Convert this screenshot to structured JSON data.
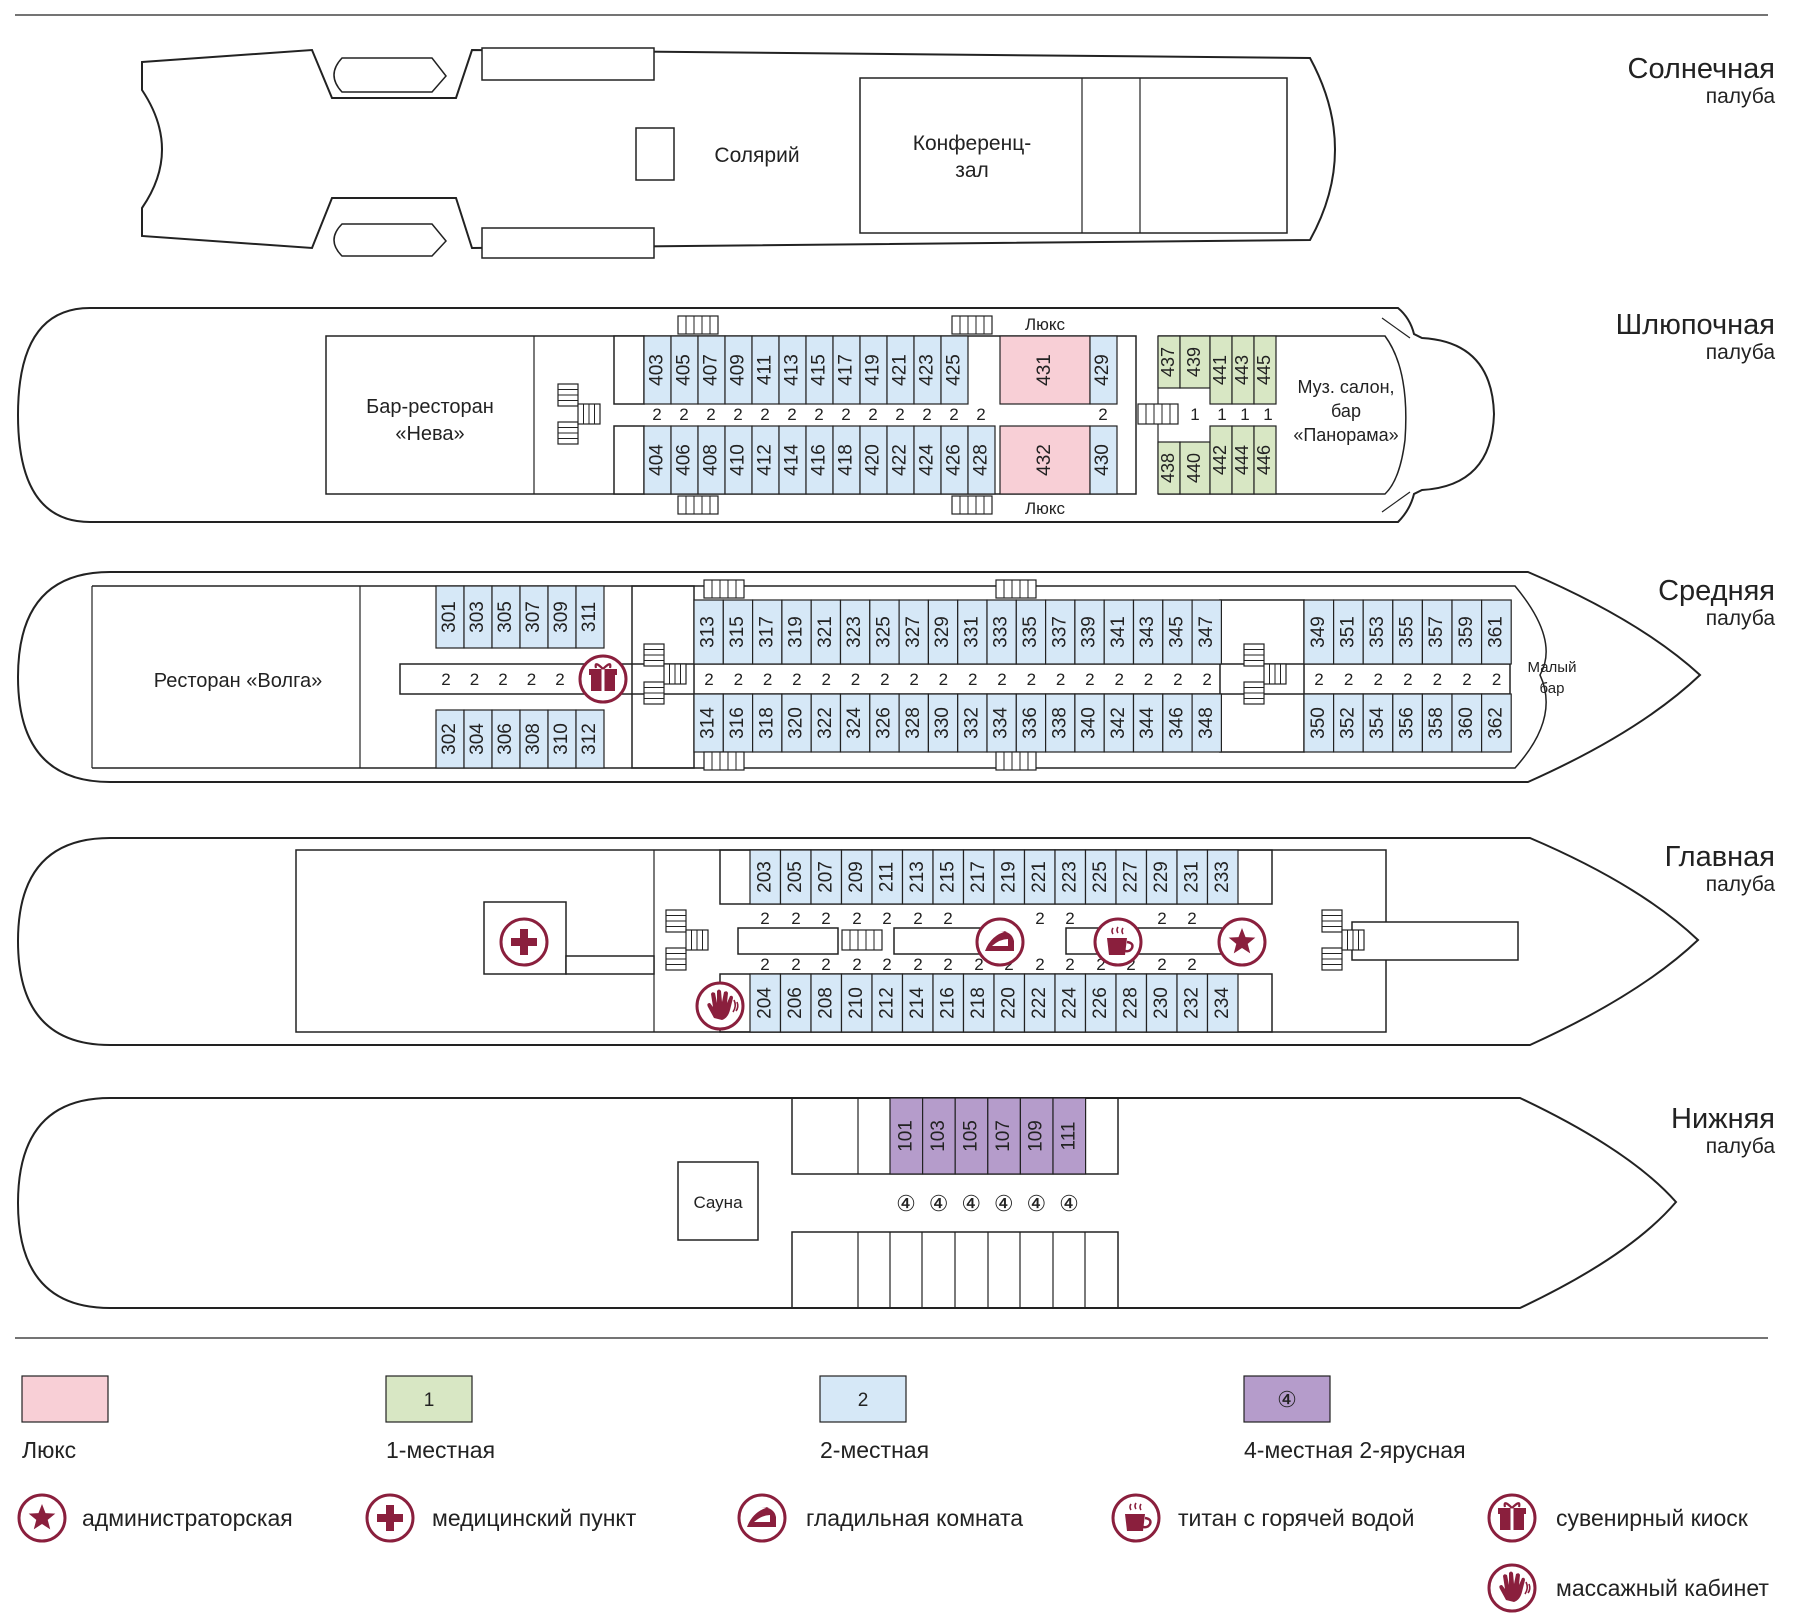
{
  "colors": {
    "lux": "#f8cfd6",
    "single": "#d8e7c4",
    "double": "#d6e8f7",
    "quad": "#b59ccb",
    "icon": "#8a1f3d",
    "line": "#222222"
  },
  "decks": {
    "sun": {
      "title": "Солнечная",
      "subtitle": "палуба",
      "solarium": "Солярий",
      "conf_1": "Конференц-",
      "conf_2": "зал"
    },
    "boat": {
      "title": "Шлюпочная",
      "subtitle": "палуба",
      "bar_1": "Бар-ресторан",
      "bar_2": "«Нева»",
      "lux_label": "Люкс",
      "salon_1": "Муз. салон,",
      "salon_2": "бар",
      "salon_3": "«Панорама»",
      "cabins_top": [
        "403",
        "405",
        "407",
        "409",
        "411",
        "413",
        "415",
        "417",
        "419",
        "421",
        "423",
        "425"
      ],
      "cabins_bottom": [
        "404",
        "406",
        "408",
        "410",
        "412",
        "414",
        "416",
        "418",
        "420",
        "422",
        "424",
        "426",
        "428"
      ],
      "lux_top": "431",
      "lux_bottom": "432",
      "extra_top": "429",
      "extra_bottom": "430",
      "single_top": [
        "437",
        "439",
        "441",
        "443",
        "445"
      ],
      "single_bottom": [
        "438",
        "440",
        "442",
        "444",
        "446"
      ],
      "cap_double": "2",
      "cap_single": "1"
    },
    "middle": {
      "title": "Средняя",
      "subtitle": "палуба",
      "restaurant": "Ресторан «Волга»",
      "small_bar_1": "Малый",
      "small_bar_2": "бар",
      "aft_top": [
        "301",
        "303",
        "305",
        "307",
        "309",
        "311"
      ],
      "aft_bottom": [
        "302",
        "304",
        "306",
        "308",
        "310",
        "312"
      ],
      "mid_top": [
        "313",
        "315",
        "317",
        "319",
        "321",
        "323",
        "325",
        "327",
        "329",
        "331",
        "333",
        "335",
        "337",
        "339",
        "341",
        "343",
        "345",
        "347"
      ],
      "mid_bottom": [
        "314",
        "316",
        "318",
        "320",
        "322",
        "324",
        "326",
        "328",
        "330",
        "332",
        "334",
        "336",
        "338",
        "340",
        "342",
        "344",
        "346",
        "348"
      ],
      "fwd_top": [
        "349",
        "351",
        "353",
        "355",
        "357",
        "359",
        "361"
      ],
      "fwd_bottom": [
        "350",
        "352",
        "354",
        "356",
        "358",
        "360",
        "362"
      ],
      "cap": "2"
    },
    "main": {
      "title": "Главная",
      "subtitle": "палуба",
      "cabins_top": [
        "203",
        "205",
        "207",
        "209",
        "211",
        "213",
        "215",
        "217",
        "219",
        "221",
        "223",
        "225",
        "227",
        "229",
        "231",
        "233"
      ],
      "cabins_bottom": [
        "204",
        "206",
        "208",
        "210",
        "212",
        "214",
        "216",
        "218",
        "220",
        "222",
        "224",
        "226",
        "228",
        "230",
        "232",
        "234"
      ],
      "cap": "2"
    },
    "lower": {
      "title": "Нижняя",
      "subtitle": "палуба",
      "sauna": "Сауна",
      "cabins": [
        "101",
        "103",
        "105",
        "107",
        "109",
        "111"
      ],
      "cap": "④"
    }
  },
  "legend": {
    "lux": "Люкс",
    "single": "1-местная",
    "single_mark": "1",
    "double": "2-местная",
    "double_mark": "2",
    "quad": "4-местная 2-ярусная",
    "quad_mark": "④",
    "admin": "администраторская",
    "medical": "медицинский пункт",
    "ironing": "гладильная комната",
    "titan": "титан с горячей водой",
    "souvenir": "сувенирный киоск",
    "massage": "массажный кабинет"
  }
}
